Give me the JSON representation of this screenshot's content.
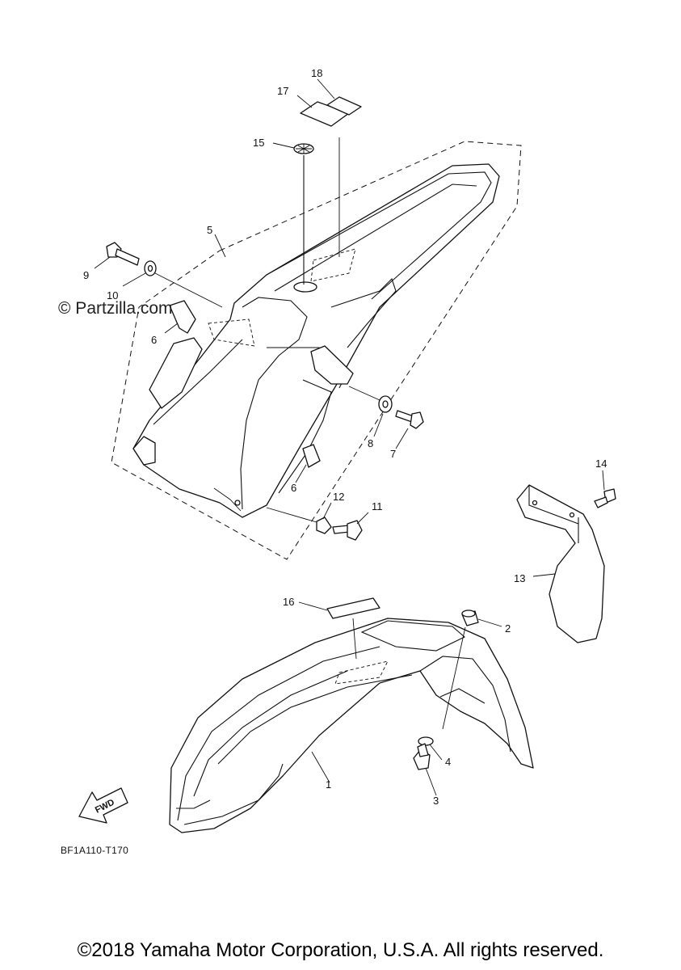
{
  "watermark": "© Partzilla.com",
  "diagram_code": "BF1A110-T170",
  "fwd_label": "FWD",
  "copyright": "©2018 Yamaha Motor Corporation, U.S.A. All rights reserved.",
  "callouts": {
    "c1": "1",
    "c2": "2",
    "c3": "3",
    "c4": "4",
    "c5": "5",
    "c6a": "6",
    "c6b": "6",
    "c7": "7",
    "c8": "8",
    "c9": "9",
    "c10": "10",
    "c11": "11",
    "c12": "12",
    "c13": "13",
    "c14": "14",
    "c15": "15",
    "c16": "16",
    "c17": "17",
    "c18": "18"
  }
}
